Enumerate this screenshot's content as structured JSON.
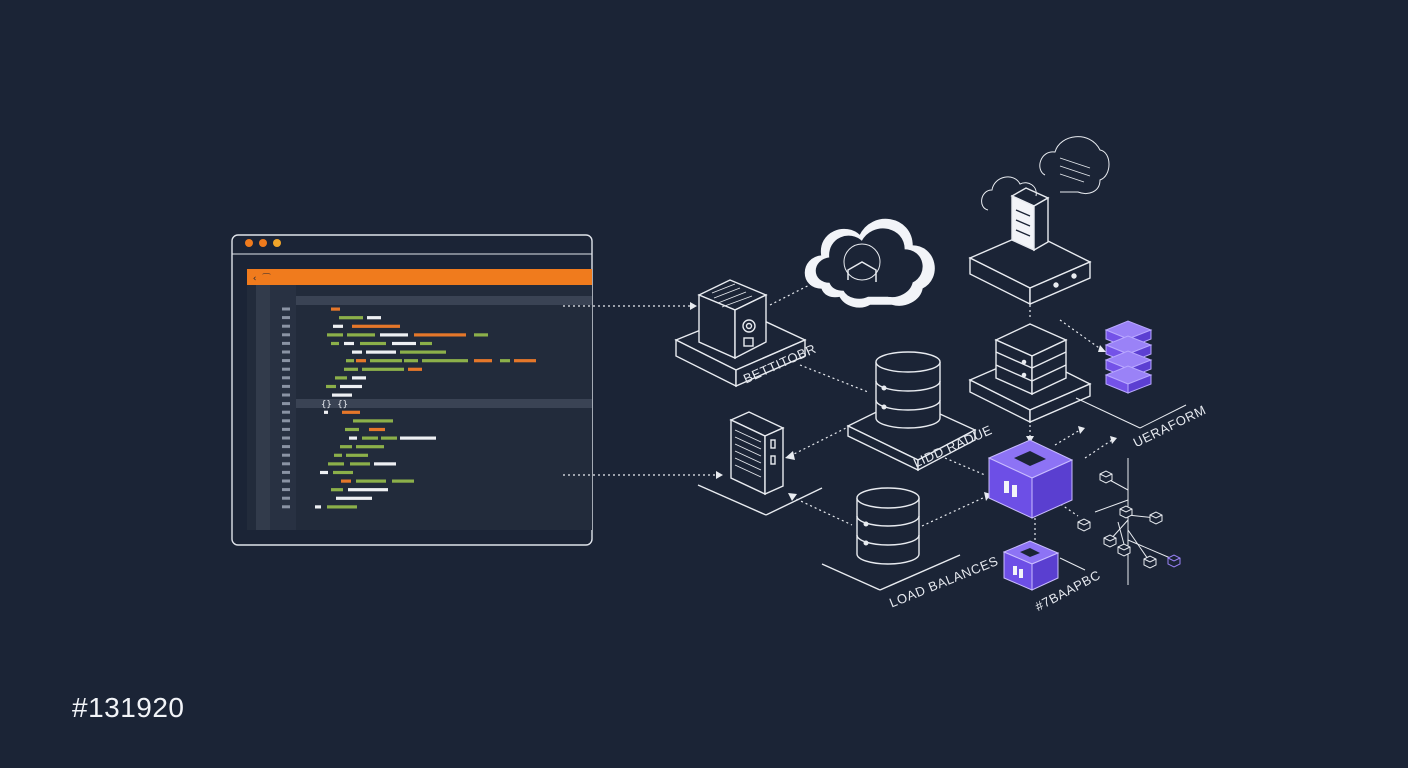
{
  "palette": {
    "background": "#1b2436",
    "stroke": "#e8ebf0",
    "accent_orange": "#f07b1d",
    "accent_purple": "#7b5cf0",
    "code_green": "#8cb04a",
    "code_orange": "#e5772a",
    "code_white": "#eef0f3"
  },
  "labels": {
    "corner": "#131920",
    "server_node": "BETTITOBR",
    "db_node": "LIDD RADUE",
    "load_balancer": "LOAD BALANCES",
    "provider": "UERAFORM",
    "module_hex": "#7BAAPBC"
  },
  "code_window": {
    "tab_glyph": "‹ ⁀",
    "brace_glyph": "{} {}"
  },
  "icons": [
    "window-dots-icon",
    "cloud-icon",
    "server-block-icon",
    "database-icon",
    "server-rack-icon",
    "purple-cube-icon",
    "purple-stack-icon",
    "network-tree-icon"
  ]
}
